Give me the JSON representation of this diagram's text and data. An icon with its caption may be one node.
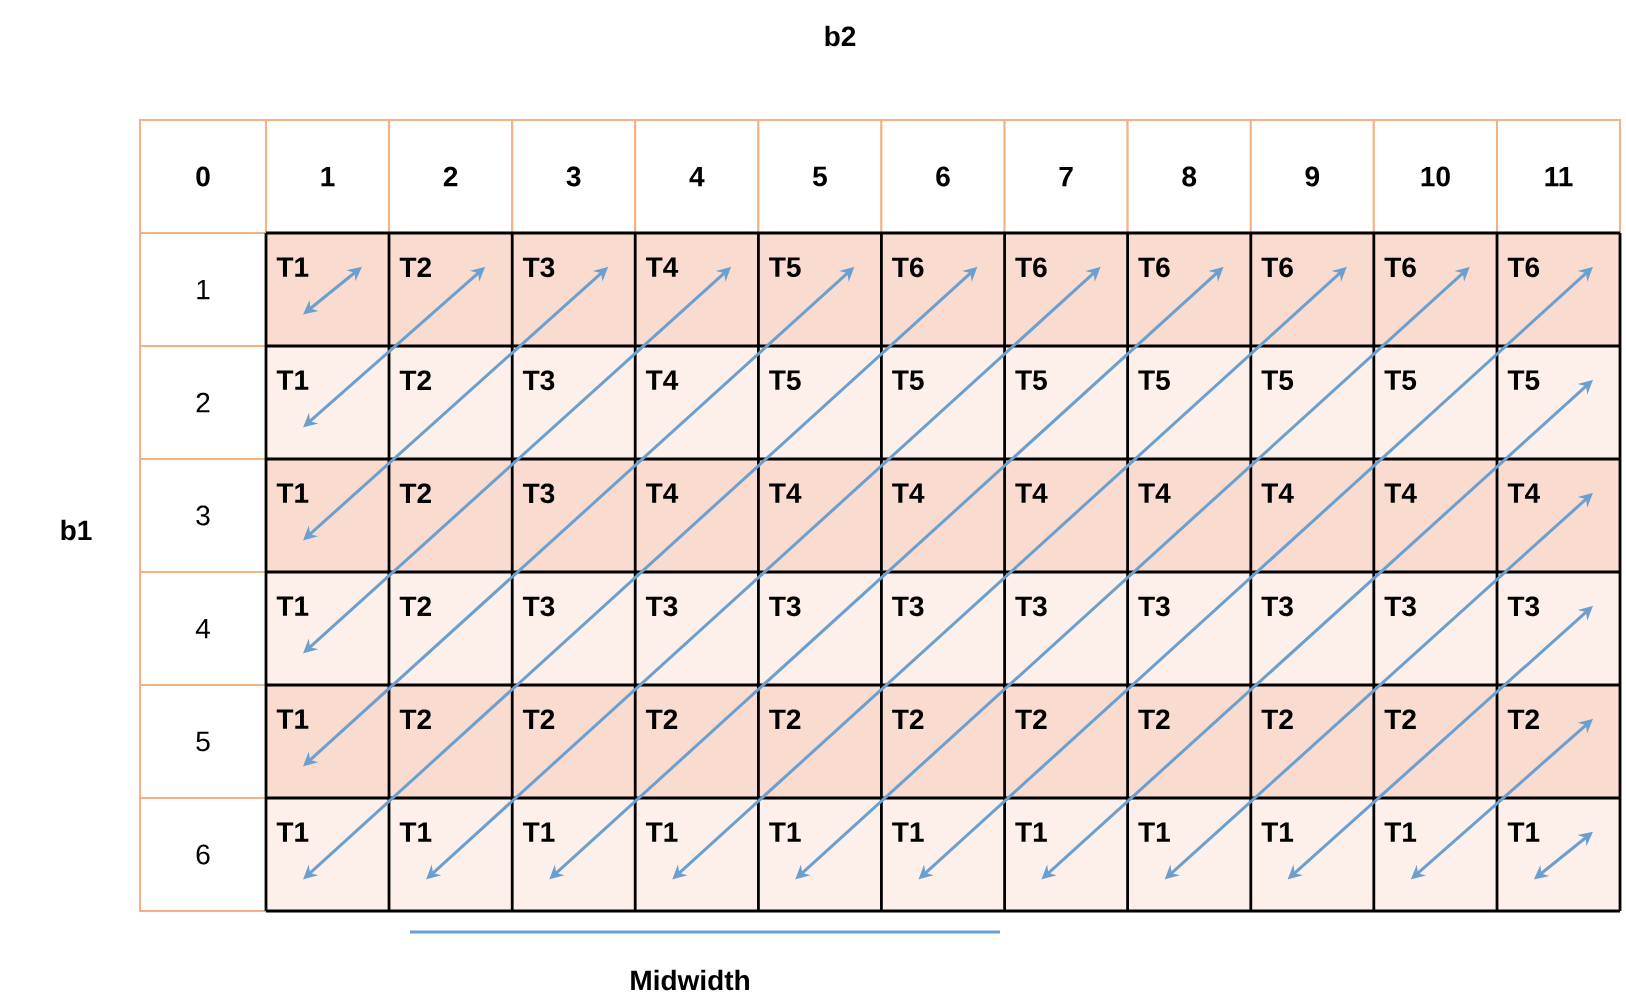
{
  "diagram": {
    "labels": [
      "b2",
      "b1",
      "0",
      "1",
      "2",
      "3",
      "4",
      "5",
      "6",
      "7",
      "8",
      "9",
      "10",
      "11",
      "1",
      "T1",
      "T2",
      "T3",
      "T4",
      "T5",
      "T6",
      "T6",
      "T6",
      "T6",
      "T6",
      "T6",
      "2",
      "T1",
      "T2",
      "T3",
      "T4",
      "T5",
      "T5",
      "T5",
      "T5",
      "T5",
      "T5",
      "T5",
      "3",
      "T1",
      "T2",
      "T3",
      "T4",
      "T4",
      "T4",
      "T4",
      "T4",
      "T4",
      "T4",
      "T4",
      "4",
      "T1",
      "T2",
      "T3",
      "T3",
      "T3",
      "T3",
      "T3",
      "T3",
      "T3",
      "T3",
      "T3",
      "5",
      "T1",
      "T2",
      "T2",
      "T2",
      "T2",
      "T2",
      "T2",
      "T2",
      "T2",
      "T2",
      "T2",
      "6",
      "T1",
      "T1",
      "T1",
      "T1",
      "T1",
      "T1",
      "T1",
      "T1",
      "T1",
      "T1",
      "T1",
      "Midwidth"
    ]
  }
}
